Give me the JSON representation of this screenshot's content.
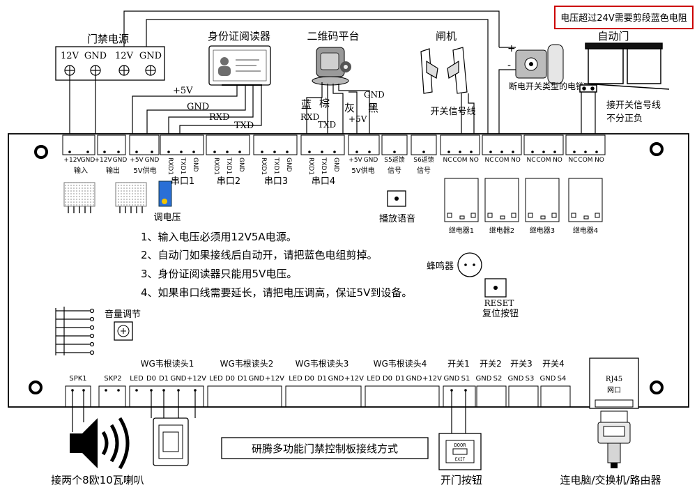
{
  "warning_note": "电压超过24V需要剪段蓝色电阻",
  "power": {
    "title": "门禁电源",
    "terminals": [
      "12V",
      "GND",
      "12V",
      "GND"
    ]
  },
  "id_reader": {
    "title": "身份证阅读器"
  },
  "qr_platform": {
    "title": "二维码平台"
  },
  "gate": {
    "title": "闸机",
    "signal": "开关信号线"
  },
  "auto_door": {
    "title": "自动门",
    "signal_line1": "接开关信号线",
    "signal_line2": "不分正负"
  },
  "lock": {
    "caption": "断电开关类型的电锁",
    "plus": "+",
    "minus": "-"
  },
  "wires": {
    "plus5v": "+5V",
    "gnd": "GND",
    "rxd": "RXD",
    "txd": "TXD",
    "qr_blue": "蓝",
    "qr_brown": "棕",
    "qr_grey": "灰",
    "qr_black": "黑",
    "qr_rxd": "RXD",
    "qr_txd": "TXD",
    "qr_gnd": "GND",
    "qr_5v": "+5V"
  },
  "top_terminals": [
    {
      "pins": [
        "+12V",
        "GND"
      ],
      "label": "输入"
    },
    {
      "pins": [
        "+12V",
        "GND"
      ],
      "label": "输出"
    },
    {
      "pins": [
        "+5V",
        "GND"
      ],
      "label": "5V供电"
    },
    {
      "pins": [
        "RXD1",
        "TXD1",
        "GND"
      ],
      "label": "串口1"
    },
    {
      "pins": [
        "RXD1",
        "TXD1",
        "GND"
      ],
      "label": "串口2"
    },
    {
      "pins": [
        "RXD1",
        "TXD1",
        "GND"
      ],
      "label": "串口3"
    },
    {
      "pins": [
        "RXD1",
        "TXD1",
        "GND"
      ],
      "label": "串口4"
    },
    {
      "pins": [
        "+5V",
        "GND"
      ],
      "label": "5V供电"
    },
    {
      "pins": [
        "S5返馈"
      ],
      "label": "信号"
    },
    {
      "pins": [
        "S6返馈"
      ],
      "label": "信号"
    },
    {
      "pins": [
        "NC",
        "COM",
        "NO"
      ],
      "label": ""
    },
    {
      "pins": [
        "NC",
        "COM",
        "NO"
      ],
      "label": ""
    },
    {
      "pins": [
        "NC",
        "COM",
        "NO"
      ],
      "label": ""
    },
    {
      "pins": [
        "NC",
        "COM",
        "NO"
      ],
      "label": ""
    }
  ],
  "board": {
    "adjust_voltage": "调电压",
    "play_voice": "播放语音",
    "relays": [
      "继电器1",
      "继电器2",
      "继电器3",
      "继电器4"
    ],
    "buzzer": "蜂鸣器",
    "reset": "RESET",
    "reset_cn": "复位按钮",
    "volume": "音量调节",
    "notes": [
      "1、输入电压必须用12V5A电源。",
      "2、自动门如果接线后自动开，请把蓝色电组剪掉。",
      "3、身份证阅读器只能用5V电压。",
      "4、如果串口线需要延长，请把电压调高，保证5V到设备。"
    ],
    "rj45": "RJ45",
    "rj45_cn": "网口"
  },
  "bottom_terminals": [
    {
      "title": "",
      "pins": [
        "SPK1"
      ]
    },
    {
      "title": "",
      "pins": [
        "SKP2"
      ]
    },
    {
      "title": "WG韦根读头1",
      "pins": [
        "LED",
        "D0",
        "D1",
        "GND",
        "+12V"
      ]
    },
    {
      "title": "WG韦根读头2",
      "pins": [
        "LED",
        "D0",
        "D1",
        "GND",
        "+12V"
      ]
    },
    {
      "title": "WG韦根读头3",
      "pins": [
        "LED",
        "D0",
        "D1",
        "GND",
        "+12V"
      ]
    },
    {
      "title": "WG韦根读头4",
      "pins": [
        "LED",
        "D0",
        "D1",
        "GND",
        "+12V"
      ]
    },
    {
      "title": "开关1",
      "pins": [
        "GND",
        "S1"
      ]
    },
    {
      "title": "开关2",
      "pins": [
        "GND",
        "S2"
      ]
    },
    {
      "title": "开关3",
      "pins": [
        "GND",
        "S3"
      ]
    },
    {
      "title": "开关4",
      "pins": [
        "GND",
        "S4"
      ]
    }
  ],
  "speaker_caption": "接两个8欧10瓦喇叭",
  "exit_button": {
    "caption": "开门按钮",
    "door": "DOOR",
    "exit": "EXIT"
  },
  "network_caption": "连电脑/交换机/路由器",
  "diagram_title": "研腾多功能门禁控制板接线方式",
  "colors": {
    "warning_border": "#cc0000",
    "resistor_blue": "#2a6fd6",
    "resistor_dot": "#f2c400"
  }
}
